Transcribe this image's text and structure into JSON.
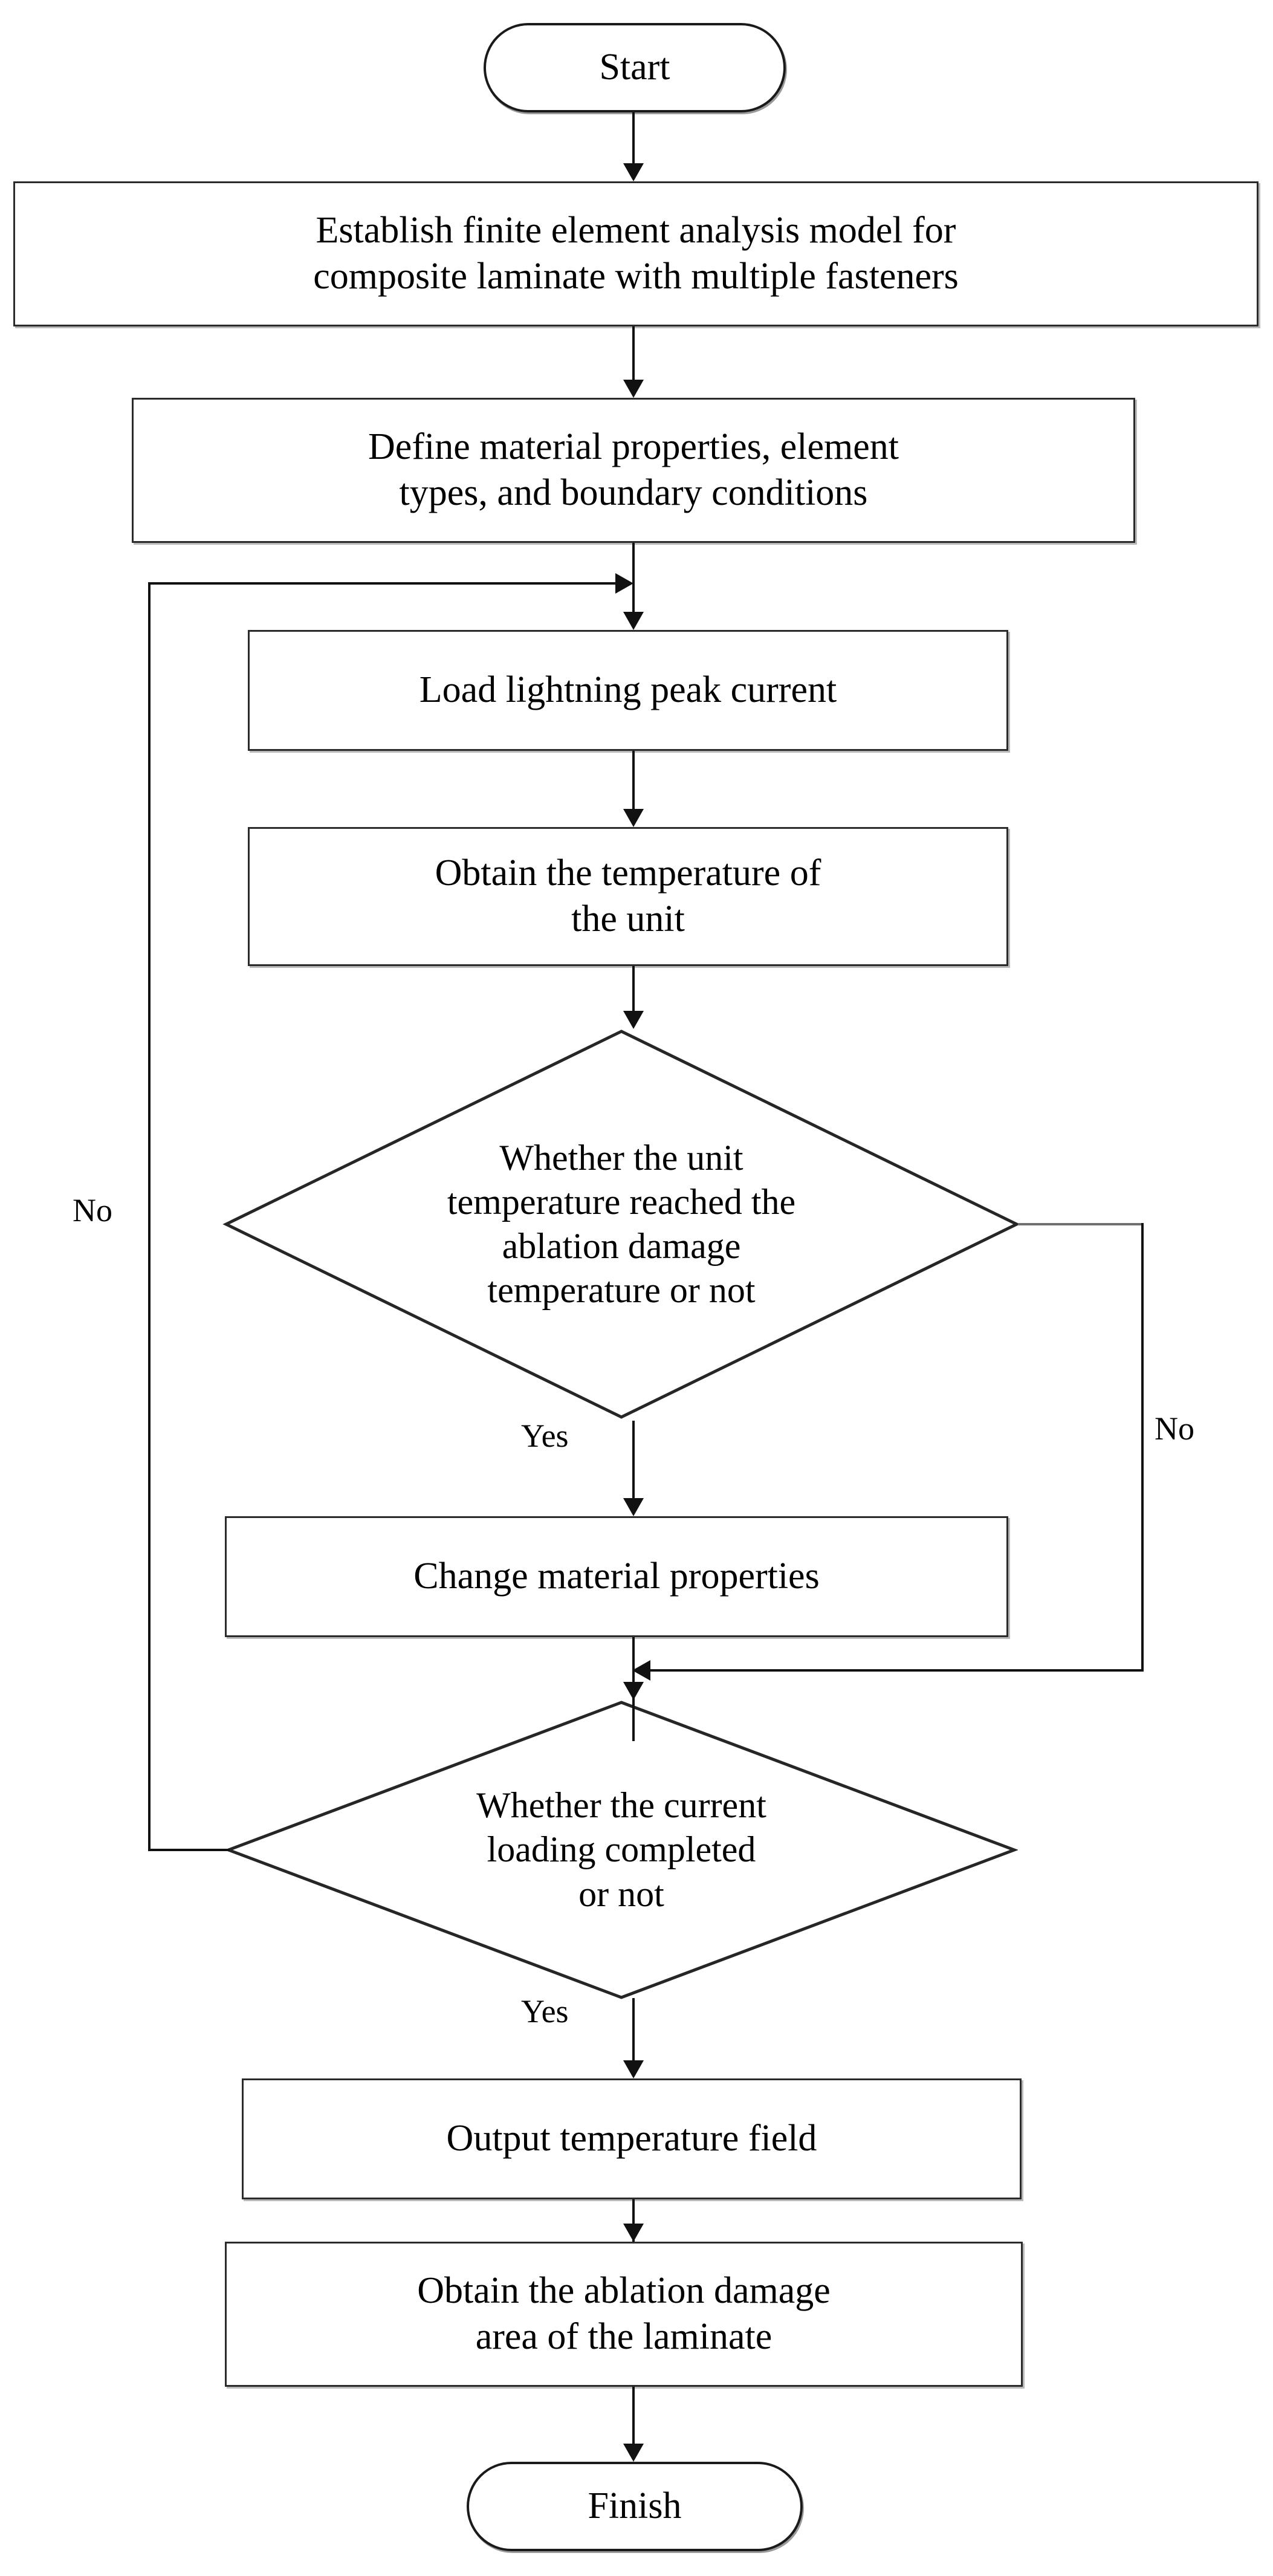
{
  "diagram": {
    "title": "Lightning ablation damage finite element analysis flowchart",
    "background_color": "#ffffff",
    "line_color": "#111111",
    "text_color": "#000000",
    "nodes": [
      {
        "id": "start",
        "type": "terminator",
        "label": "Start"
      },
      {
        "id": "establish_model",
        "type": "process",
        "label": "Establish finite element analysis model for\ncomposite laminate with multiple fasteners"
      },
      {
        "id": "define_props",
        "type": "process",
        "label": "Define material properties, element\ntypes, and boundary conditions"
      },
      {
        "id": "load_current",
        "type": "process",
        "label": "Load lightning peak current"
      },
      {
        "id": "obtain_temp",
        "type": "process",
        "label": "Obtain the temperature of\nthe unit"
      },
      {
        "id": "decision_temp",
        "type": "decision",
        "label": "Whether the unit\ntemperature reached the\nablation damage\ntemperature or not"
      },
      {
        "id": "change_props",
        "type": "process",
        "label": "Change material properties"
      },
      {
        "id": "decision_loading",
        "type": "decision",
        "label": "Whether the current\nloading completed\nor not"
      },
      {
        "id": "output_field",
        "type": "process",
        "label": "Output temperature field"
      },
      {
        "id": "obtain_area",
        "type": "process",
        "label": "Obtain the ablation damage\narea of the laminate"
      },
      {
        "id": "finish",
        "type": "terminator",
        "label": "Finish"
      }
    ],
    "edge_labels": {
      "temp_yes": "Yes",
      "temp_no_right": "No",
      "loading_yes": "Yes",
      "loading_no_left": "No"
    }
  }
}
